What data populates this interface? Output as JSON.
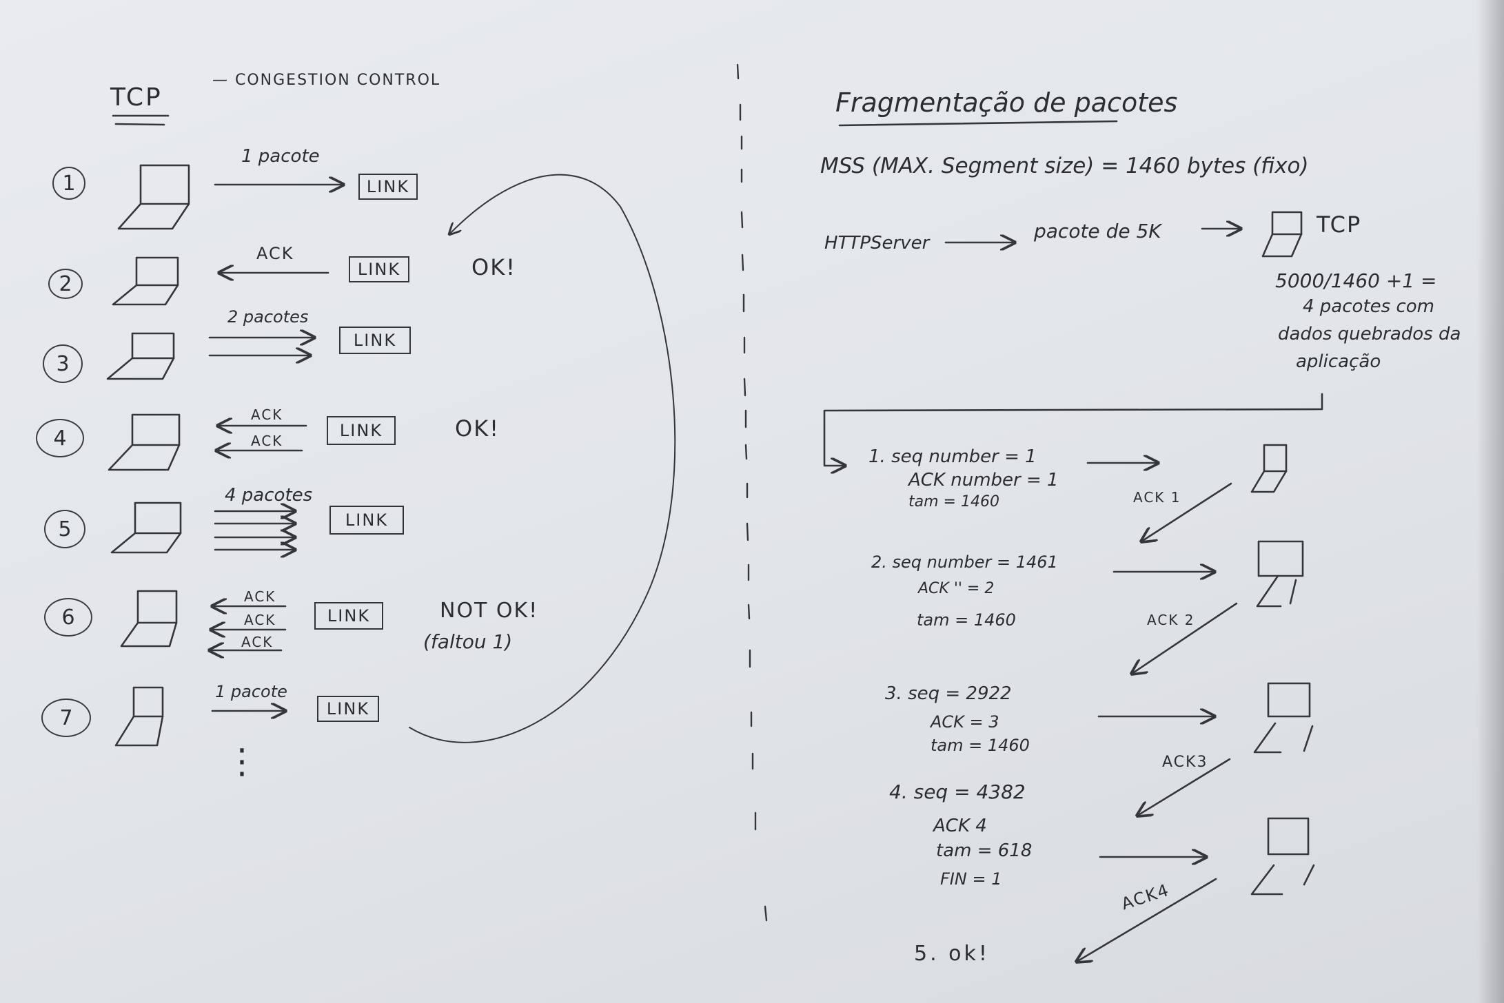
{
  "left": {
    "title": "TCP",
    "subtitle": "— CONGESTION CONTROL",
    "link_label": "LINK",
    "steps": [
      {
        "num": "1",
        "arrow_label": "1 pacote",
        "note": ""
      },
      {
        "num": "2",
        "arrow_label": "ACK",
        "note": "OK!"
      },
      {
        "num": "3",
        "arrow_label": "2 pacotes",
        "note": ""
      },
      {
        "num": "4",
        "arrow_labels": [
          "ACK",
          "ACK"
        ],
        "note": "OK!"
      },
      {
        "num": "5",
        "arrow_label": "4 pacotes",
        "note": ""
      },
      {
        "num": "6",
        "arrow_labels": [
          "ACK",
          "ACK",
          "ACK"
        ],
        "note": "NOT OK!",
        "note2": "(faltou 1)"
      },
      {
        "num": "7",
        "arrow_label": "1 pacote",
        "note": ""
      }
    ],
    "ellipsis": "⋮"
  },
  "right": {
    "title": "Fragmentação de pacotes",
    "mss_line": "MSS (MAX. Segment size) = 1460 bytes (fixo)",
    "server_label": "HTTPServer",
    "server_arrow_label": "pacote de 5K",
    "tcp_label": "TCP",
    "calc": [
      "5000/1460 +1 =",
      "4 pacotes com",
      "dados quebrados da",
      "aplicação"
    ],
    "segments": [
      {
        "lines": [
          "1. seq number = 1",
          "ACK number = 1",
          "tam = 1460"
        ],
        "ack": "ACK 1"
      },
      {
        "lines": [
          "2. seq number = 1461",
          "ACK  ''  = 2",
          "tam = 1460"
        ],
        "ack": "ACK 2"
      },
      {
        "lines": [
          "3. seq = 2922",
          "ACK = 3",
          "tam = 1460"
        ],
        "ack": "ACK3"
      },
      {
        "lines": [
          "4. seq = 4382",
          "ACK  4",
          "tam = 618",
          "FIN = 1"
        ],
        "ack": "ACK4"
      }
    ],
    "final": "5. ok!"
  }
}
